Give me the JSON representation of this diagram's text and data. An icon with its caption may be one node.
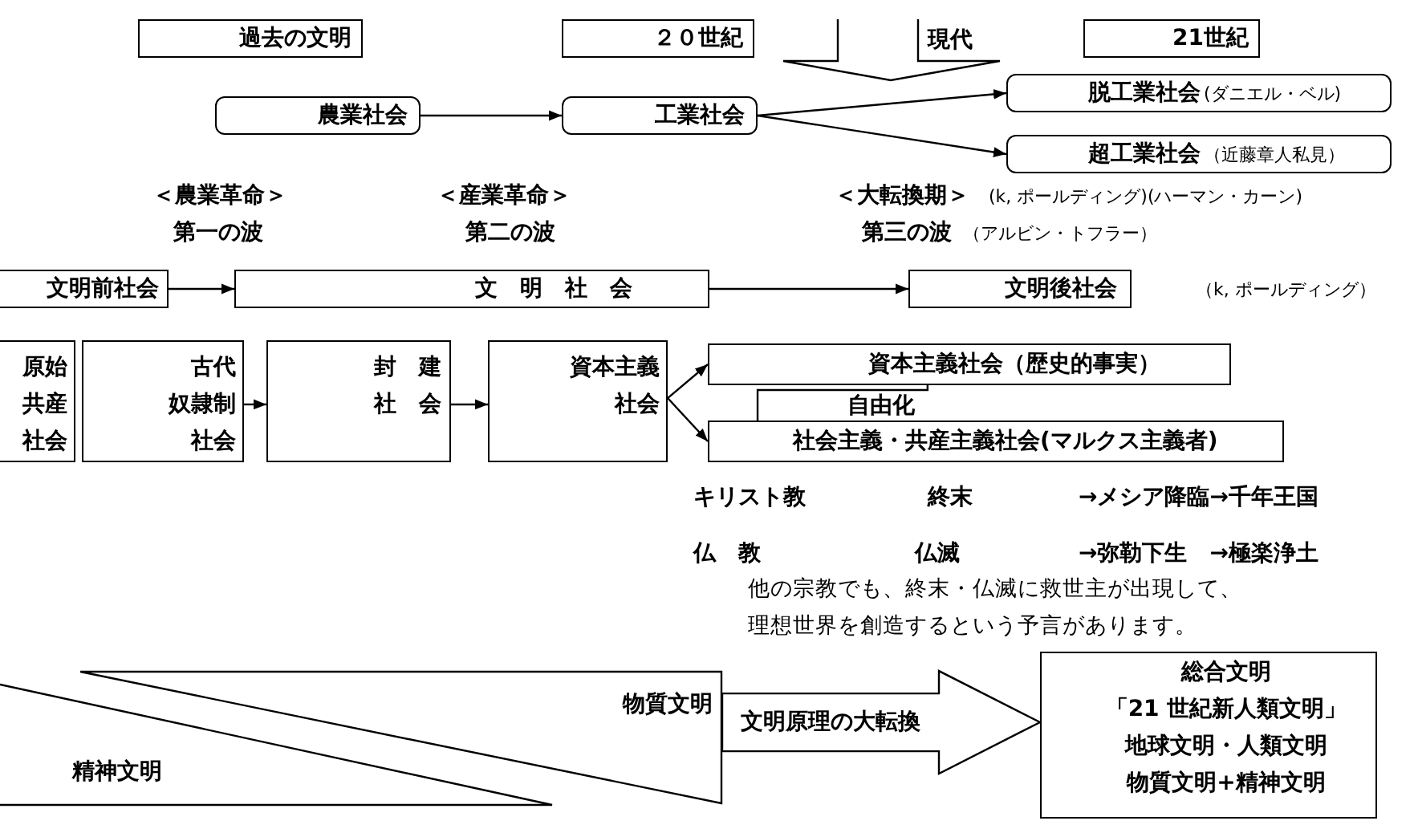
{
  "diagram": {
    "nodes": [
      {
        "text": [
          "過去の文明"
        ]
      },
      {
        "text": [
          "２０世紀"
        ]
      },
      {
        "text": [
          "21世紀"
        ]
      },
      {
        "text": [
          "農業社会"
        ]
      },
      {
        "text": [
          "工業社会"
        ]
      },
      {
        "text": [
          "脱工業社会",
          "(ダニエル・ベル)"
        ]
      },
      {
        "text": [
          "超工業社会",
          "（近藤章人私見）"
        ]
      },
      {
        "text": [
          "文明前社会"
        ]
      },
      {
        "text": [
          "文　明　社　会"
        ]
      },
      {
        "text": [
          "文明後社会"
        ]
      },
      {
        "text": [
          "原始共産社会"
        ]
      },
      {
        "text": [
          "古代奴隷制社会"
        ]
      },
      {
        "text": [
          "封建社会"
        ]
      },
      {
        "text": [
          "資本主義社会"
        ]
      },
      {
        "text": [
          "資本主義社会（歴史的事実）"
        ]
      },
      {
        "text": [
          "社会主義・共産主義社会(マルクス主義者)"
        ]
      },
      {
        "text": [
          "物質文明"
        ]
      },
      {
        "text": [
          "精神文明"
        ]
      },
      {
        "text": [
          "総合文明",
          "「21 世紀新人類文明」",
          "地球文明・人類文明",
          "物質文明+精神文明"
        ]
      }
    ],
    "edges": [
      {
        "from": 3,
        "to": 4,
        "arrow": "to"
      },
      {
        "from": 4,
        "to": 5,
        "arrow": "to"
      },
      {
        "from": 4,
        "to": 6,
        "arrow": "to"
      },
      {
        "from": 7,
        "to": 8,
        "arrow": "to"
      },
      {
        "from": 8,
        "to": 9,
        "arrow": "to"
      },
      {
        "from": 11,
        "to": 12,
        "arrow": "to"
      },
      {
        "from": 12,
        "to": 13,
        "arrow": "to"
      },
      {
        "from": 13,
        "to": 14,
        "arrow": "to"
      },
      {
        "from": 13,
        "to": 15,
        "arrow": "to"
      },
      {
        "from": 15,
        "to": 14,
        "arrow": "none",
        "label": "自由化"
      },
      {
        "from": 16,
        "to": 18,
        "arrow": "to",
        "style": "thick",
        "label": "文明原理の大転換"
      }
    ],
    "labels": [
      "現代",
      "＜農業革命＞",
      "＜産業革命＞",
      "＜大転換期＞",
      "(k, ポールディング)(ハーマン・カーン)",
      "第一の波",
      "第二の波",
      "第三の波",
      "（アルビン・トフラー）",
      "（k, ポールディング）",
      "キリスト教",
      "終末",
      "→メシア降臨→千年王国",
      "仏　教",
      "仏滅",
      "→弥勒下生　→極楽浄土",
      "他の宗教でも、終末・仏滅に救世主が出現して、理想世界を創造するという予言があります。"
    ]
  }
}
